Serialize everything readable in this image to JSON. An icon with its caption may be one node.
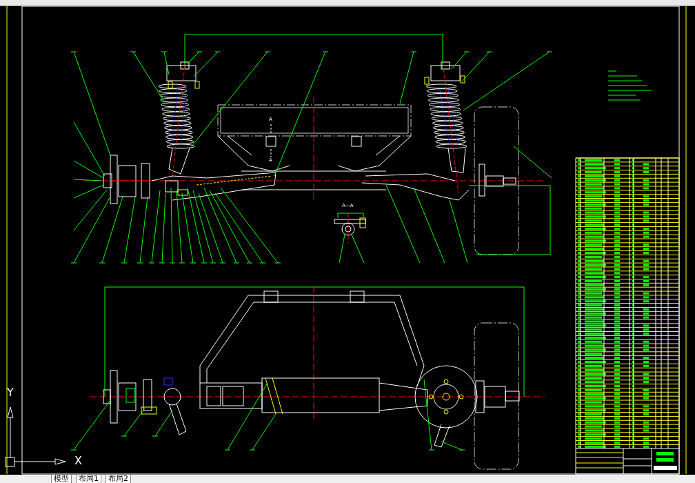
{
  "diagram": {
    "labels": [
      "A",
      "A",
      "A—A",
      "Y",
      "X",
      "模型",
      "布局1",
      "布局2"
    ]
  }
}
